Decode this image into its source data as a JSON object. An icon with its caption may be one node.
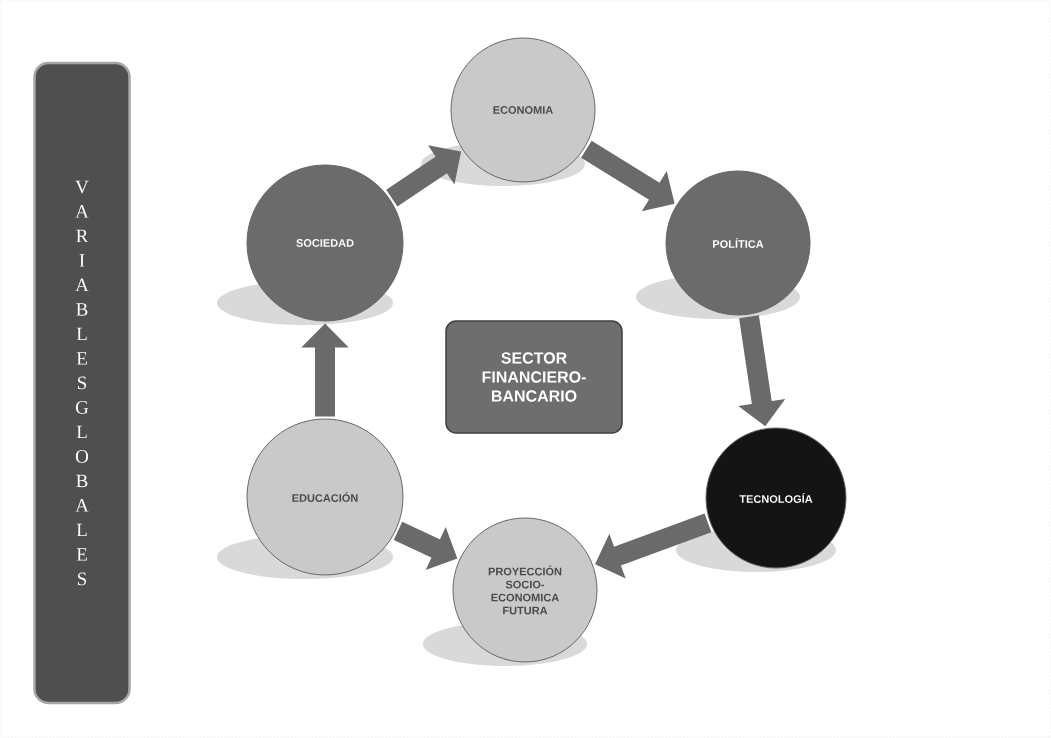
{
  "diagram": {
    "nodes": [
      {
        "text": [
          "VARIABLES GLOBALES"
        ]
      },
      {
        "text": [
          "ECONOMIA"
        ]
      },
      {
        "text": [
          "SOCIEDAD"
        ]
      },
      {
        "text": [
          "POLÍTICA"
        ]
      },
      {
        "text": [
          "SECTOR FINANCIERO-BANCARIO"
        ]
      },
      {
        "text": [
          "EDUCACIÓN"
        ]
      },
      {
        "text": [
          "TECNOLOGÍA"
        ]
      },
      {
        "text": [
          "PROYECCIÓN SOCIO-ECONOMICA FUTURA"
        ]
      }
    ],
    "edges": [
      {
        "from": 2,
        "to": 1,
        "arrow": "to"
      },
      {
        "from": 1,
        "to": 3,
        "arrow": "to"
      },
      {
        "from": 3,
        "to": 6,
        "arrow": "to"
      },
      {
        "from": 6,
        "to": 7,
        "arrow": "to"
      },
      {
        "from": 5,
        "to": 7,
        "arrow": "to"
      },
      {
        "from": 5,
        "to": 2,
        "arrow": "to"
      }
    ]
  }
}
